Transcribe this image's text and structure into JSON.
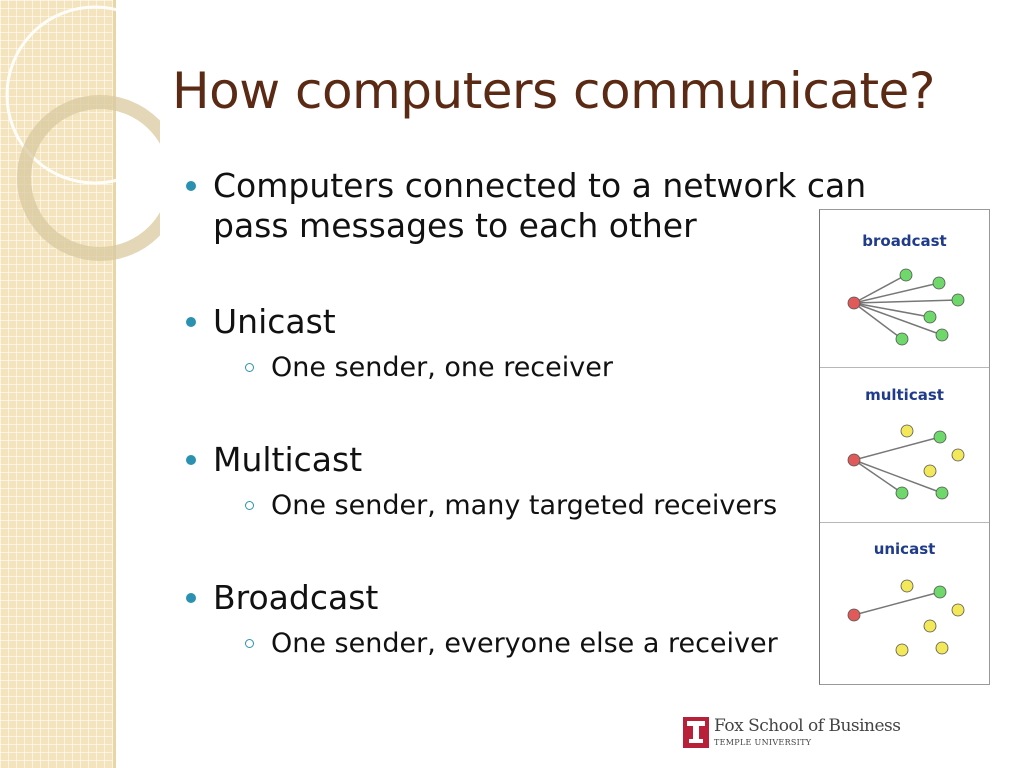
{
  "slide": {
    "title": "How computers communicate?",
    "bullets": [
      {
        "text": "Computers connected to a network can pass messages to each other",
        "sub": null
      },
      {
        "text": "Unicast",
        "sub": "One sender, one receiver"
      },
      {
        "text": "Multicast",
        "sub": "One sender, many targeted receivers"
      },
      {
        "text": "Broadcast",
        "sub": "One sender, everyone else a receiver"
      }
    ]
  },
  "diagram": {
    "panels": [
      {
        "label": "broadcast"
      },
      {
        "label": "multicast"
      },
      {
        "label": "unicast"
      }
    ],
    "colors": {
      "sender": "#e05a5a",
      "receiver_green": "#6fd86a",
      "receiver_yellow": "#f2e85a",
      "label": "#1f3b8a"
    }
  },
  "footer": {
    "logo_name": "Fox School of Business",
    "logo_sub": "TEMPLE UNIVERSITY"
  }
}
